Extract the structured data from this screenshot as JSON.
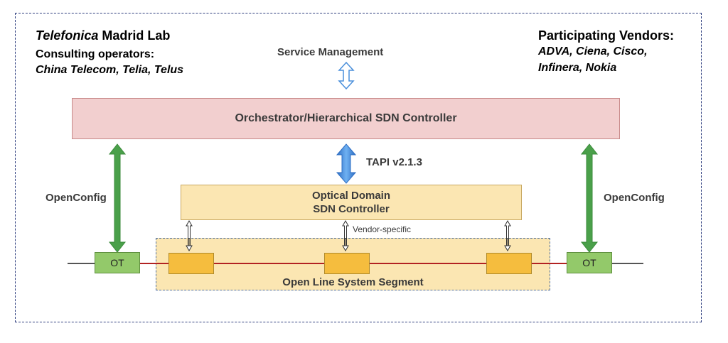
{
  "lab": {
    "name_italic": "Telefonica",
    "name_rest": " Madrid Lab",
    "consulting_title": "Consulting operators:",
    "consulting_list": "China Telecom, Telia, Telus"
  },
  "vendors": {
    "title": "Participating Vendors:",
    "line1": "ADVA, Ciena, Cisco,",
    "line2": "Infinera, Nokia"
  },
  "service_management": "Service Management",
  "orchestrator": "Orchestrator/Hierarchical SDN Controller",
  "tapi": "TAPI v2.1.3",
  "openconfig_left": "OpenConfig",
  "openconfig_right": "OpenConfig",
  "optical_controller": {
    "line1": "Optical Domain",
    "line2": "SDN Controller"
  },
  "vendor_specific": "Vendor-specific",
  "ols_segment": "Open Line System Segment",
  "ot_left": "OT",
  "ot_right": "OT",
  "colors": {
    "frame": "#2f3f7f",
    "orchestrator_fill": "#f2cfcf",
    "controller_fill": "#fbe6b2",
    "ot_fill": "#93c96a",
    "amplifier_fill": "#f5bd3e",
    "green_arrow": "#4aa04a",
    "blue_arrow": "#4a8fdb",
    "fiber_red": "#b22222"
  }
}
